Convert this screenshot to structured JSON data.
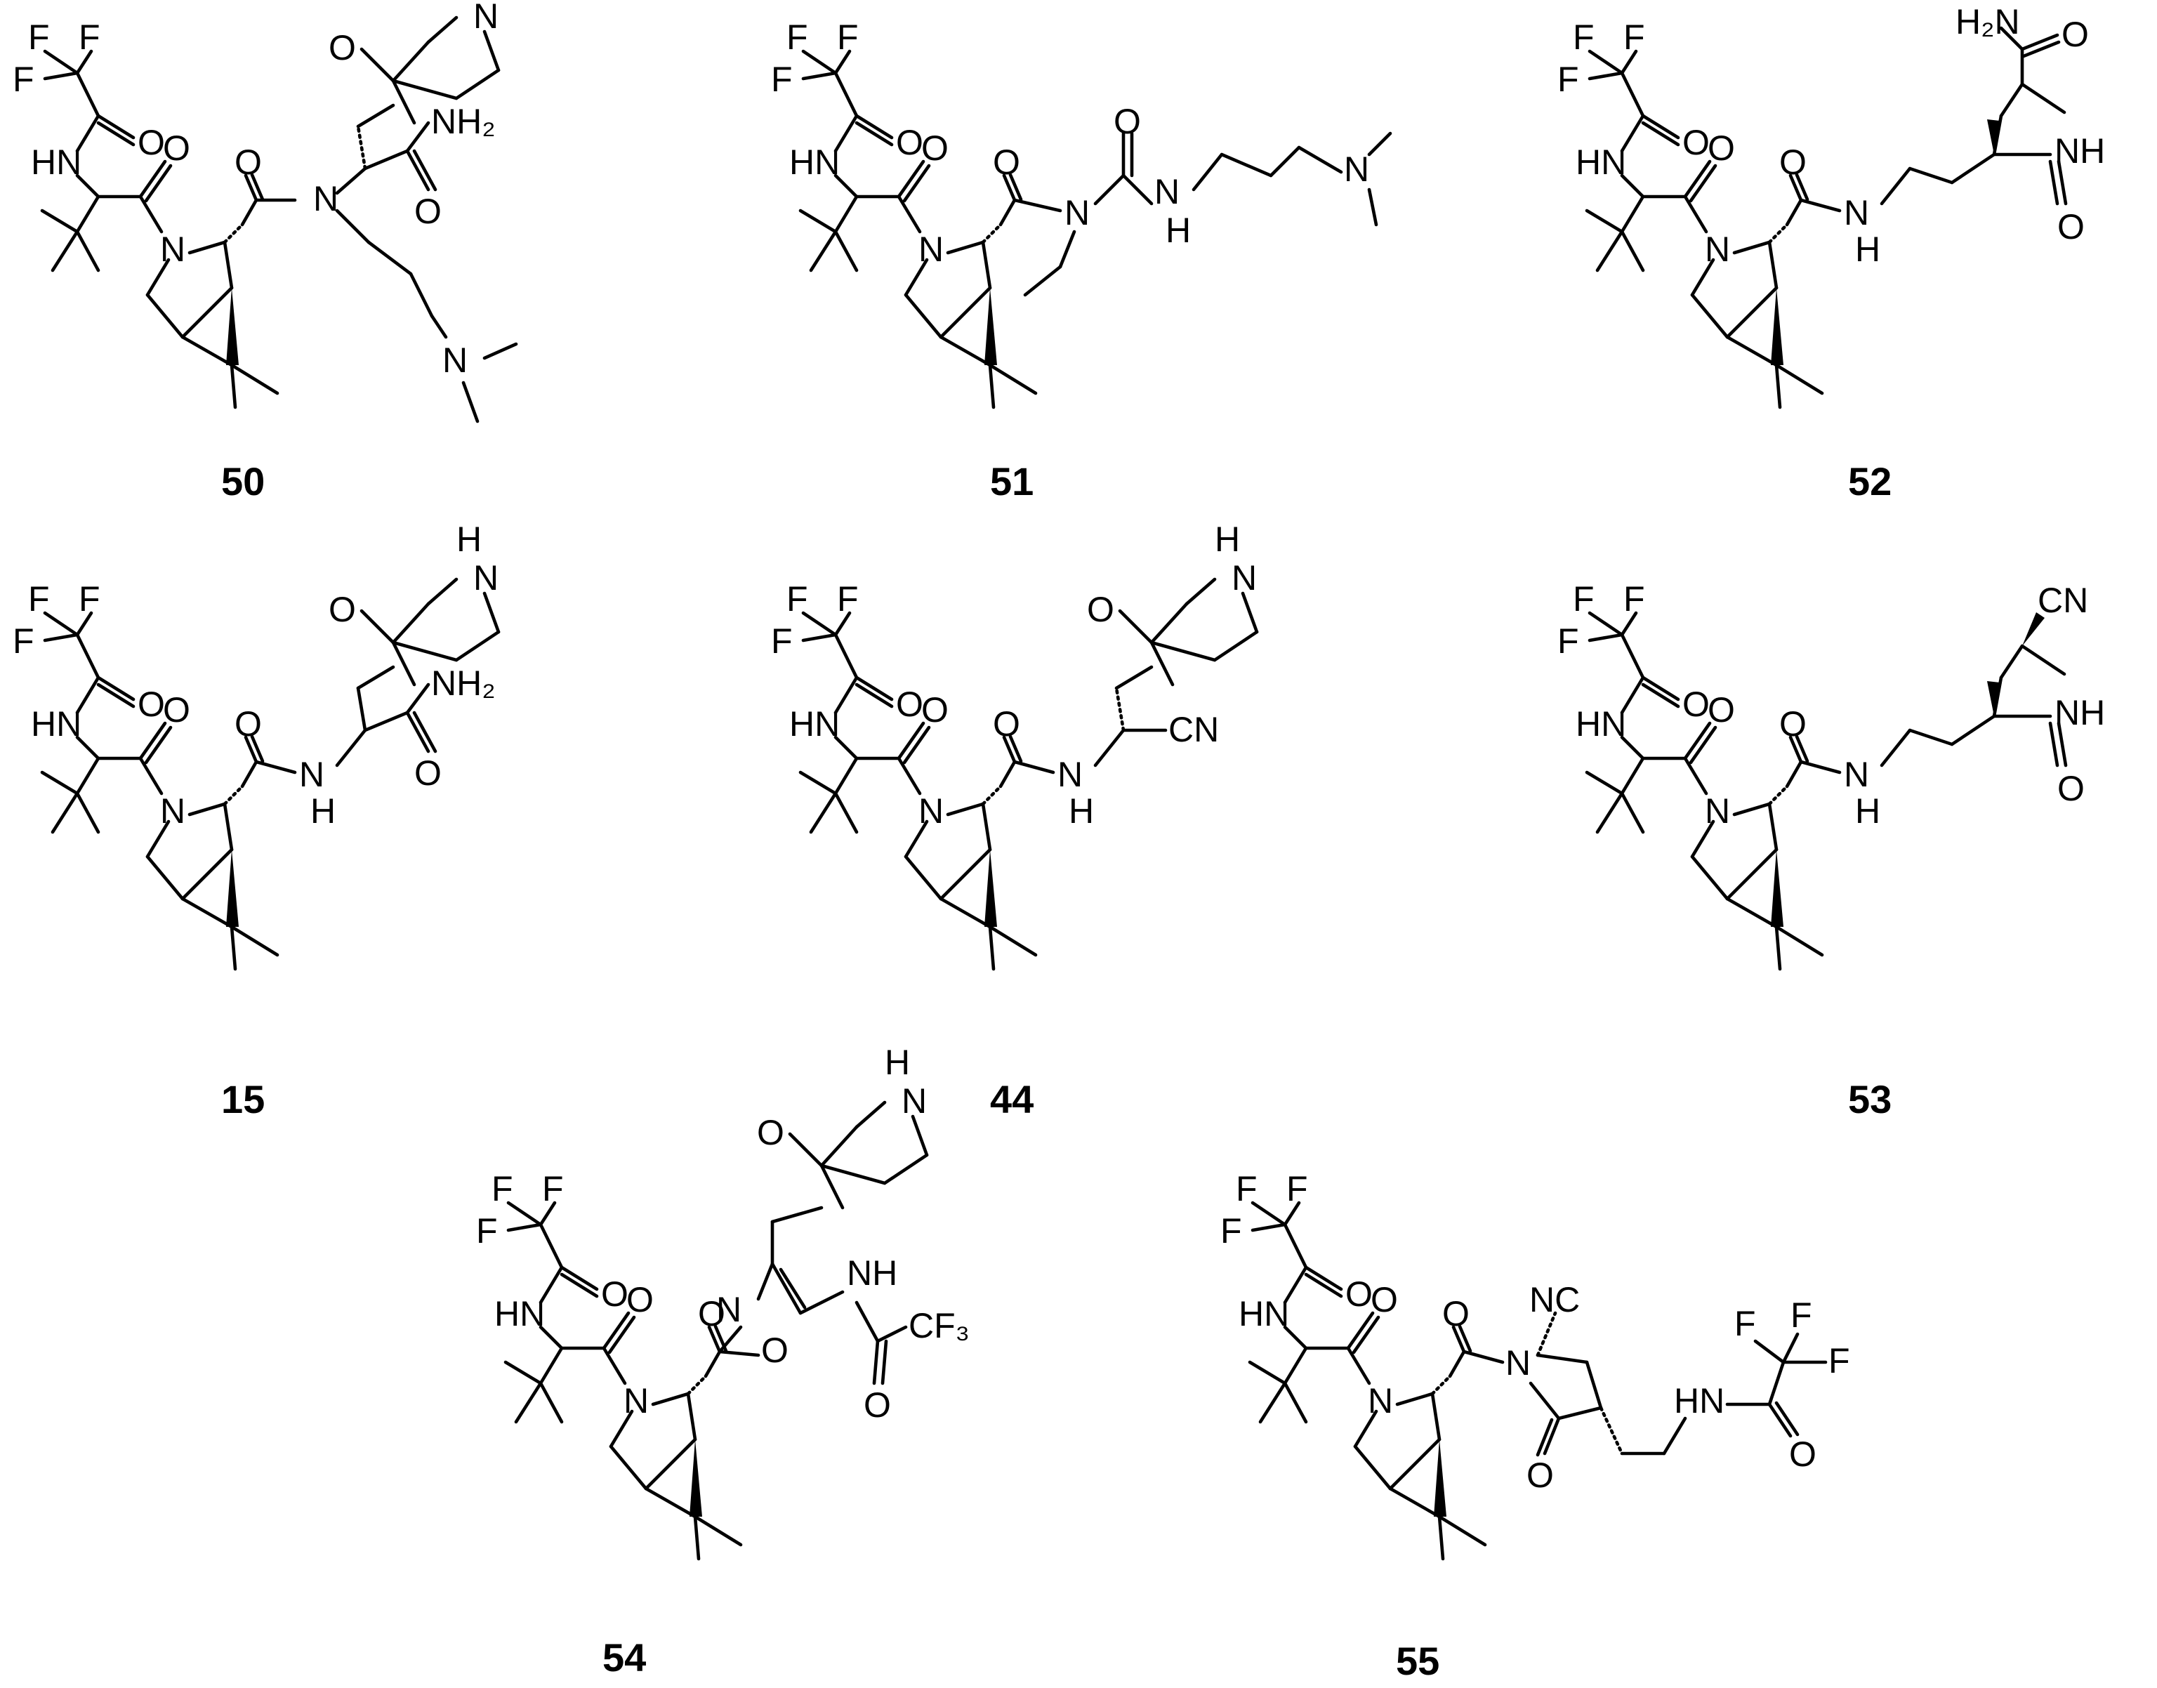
{
  "compounds": [
    {
      "id": "50"
    },
    {
      "id": "51"
    },
    {
      "id": "52"
    },
    {
      "id": "15"
    },
    {
      "id": "44"
    },
    {
      "id": "53"
    },
    {
      "id": "54"
    },
    {
      "id": "55"
    }
  ],
  "atoms": {
    "F": "F",
    "O": "O",
    "N": "N",
    "HN": "HN",
    "NH": "NH",
    "H": "H",
    "NH2": "NH₂",
    "H2N": "H₂N",
    "CN": "CN",
    "NC": "NC",
    "CF3": "CF₃"
  }
}
